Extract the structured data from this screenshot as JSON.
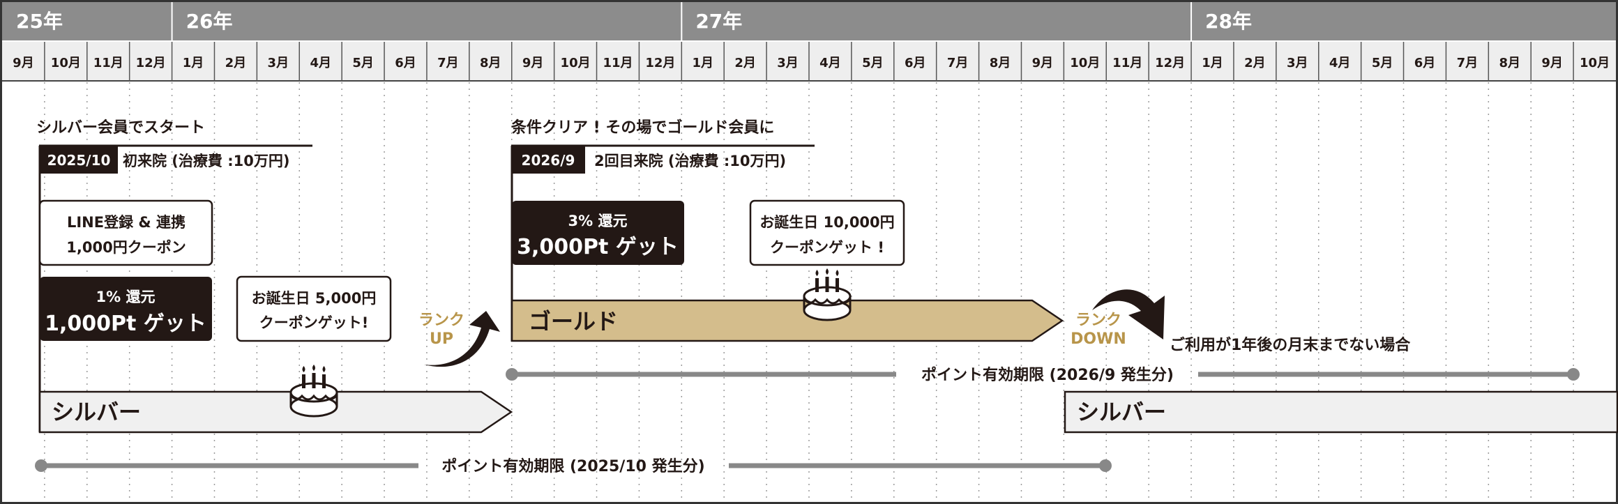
{
  "timeline": {
    "years": [
      {
        "label": "25年",
        "start_month_index": 0
      },
      {
        "label": "26年",
        "start_month_index": 4
      },
      {
        "label": "27年",
        "start_month_index": 16
      },
      {
        "label": "28年",
        "start_month_index": 28
      }
    ],
    "months": [
      "9月",
      "10月",
      "11月",
      "12月",
      "1月",
      "2月",
      "3月",
      "4月",
      "5月",
      "6月",
      "7月",
      "8月",
      "9月",
      "10月",
      "11月",
      "12月",
      "1月",
      "2月",
      "3月",
      "4月",
      "5月",
      "6月",
      "7月",
      "8月",
      "9月",
      "10月",
      "11月",
      "12月",
      "1月",
      "2月",
      "3月",
      "4月",
      "5月",
      "6月",
      "7月",
      "8月",
      "9月",
      "10月"
    ]
  },
  "silver_start": {
    "heading": "シルバー会員でスタート",
    "date_badge": "2025/10",
    "event_text": "初来院 (治療費 :10万円)",
    "line_box": [
      "LINE登録 & 連携",
      "1,000円クーポン"
    ],
    "cashback_rate": "1% 還元",
    "points": "1,000Pt ゲット",
    "birthday_box": [
      "お誕生日 5,000円",
      "クーポンゲット!"
    ]
  },
  "gold_upgrade": {
    "heading": "条件クリア ! その場でゴールド会員に",
    "date_badge": "2026/9",
    "event_text": "2回目来院 (治療費 :10万円)",
    "cashback_rate": "3% 還元",
    "points": "3,000Pt ゲット",
    "birthday_box": [
      "お誕生日 10,000円",
      "クーポンゲット !"
    ]
  },
  "rank_up": {
    "line1": "ランク",
    "line2": "UP"
  },
  "rank_down": {
    "line1": "ランク",
    "line2": "DOWN",
    "condition": "ご利用が1年後の月末までない場合"
  },
  "tiers": {
    "silver": "シルバー",
    "gold": "ゴールド",
    "silver_again": "シルバー"
  },
  "validity": {
    "first": "ポイント有効期限 (2025/10 発生分)",
    "second": "ポイント有効期限 (2026/9 発生分)"
  },
  "colors": {
    "header_bg": "#8c8c8c",
    "month_bg": "#eeeeee",
    "dark": "#231815",
    "gold": "#d4bd8c",
    "gold_text": "#b8954a",
    "silver_fill": "#f0f0f0",
    "line_gray": "#888888"
  }
}
